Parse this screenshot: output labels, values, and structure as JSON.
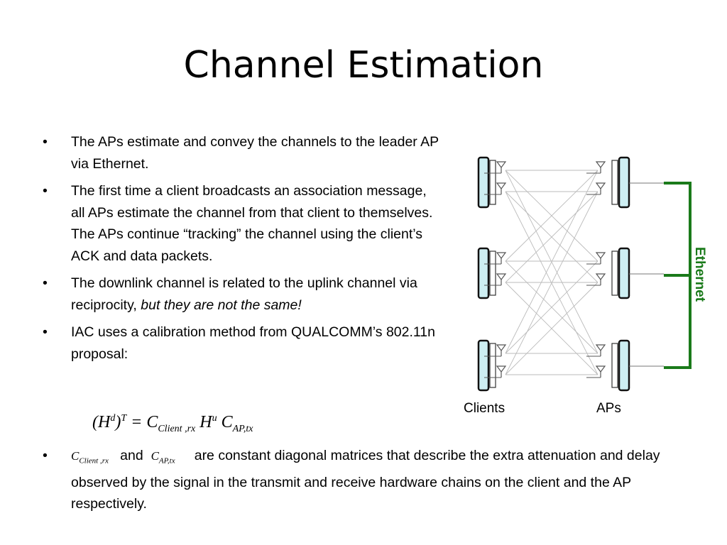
{
  "slide": {
    "title": "Channel Estimation",
    "bullet_char": "•",
    "bullets": [
      {
        "text": "The APs estimate and convey the channels to the leader AP via Ethernet."
      },
      {
        "text": "The first time a client broadcasts an association message, all APs estimate the channel from that client to themselves. The APs  continue “tracking” the channel using the client’s ACK and data packets."
      },
      {
        "text": "The downlink channel is related to the uplink channel via reciprocity, ",
        "emph": "but they are not the same!"
      },
      {
        "text": "IAC uses a calibration method from QUALCOMM’s 802.11n proposal:"
      }
    ],
    "equation": {
      "lhs_base": "(H",
      "lhs_sup": "d",
      "lhs_close": ")",
      "lhs_exp": "T",
      "equals": " = ",
      "c1": "C",
      "c1_sub": "Client ,rx",
      "h": "H",
      "h_sup": "u",
      "c2": "C",
      "c2_sub": "AP,tx"
    },
    "last_bullet": {
      "m1": "C",
      "m1_sub": "Client ,rx",
      "and": "and",
      "m2": "C",
      "m2_sub": "AP,tx",
      "text": "are constant diagonal matrices that describe the extra attenuation and delay observed by the signal in the transmit and receive hardware chains on the client and the AP respectively."
    }
  },
  "diagram": {
    "clients_label": "Clients",
    "aps_label": "APs",
    "ethernet_label": "Ethernet",
    "device_fill": "#cdeef2",
    "ethernet_color": "#1a7a1a"
  }
}
